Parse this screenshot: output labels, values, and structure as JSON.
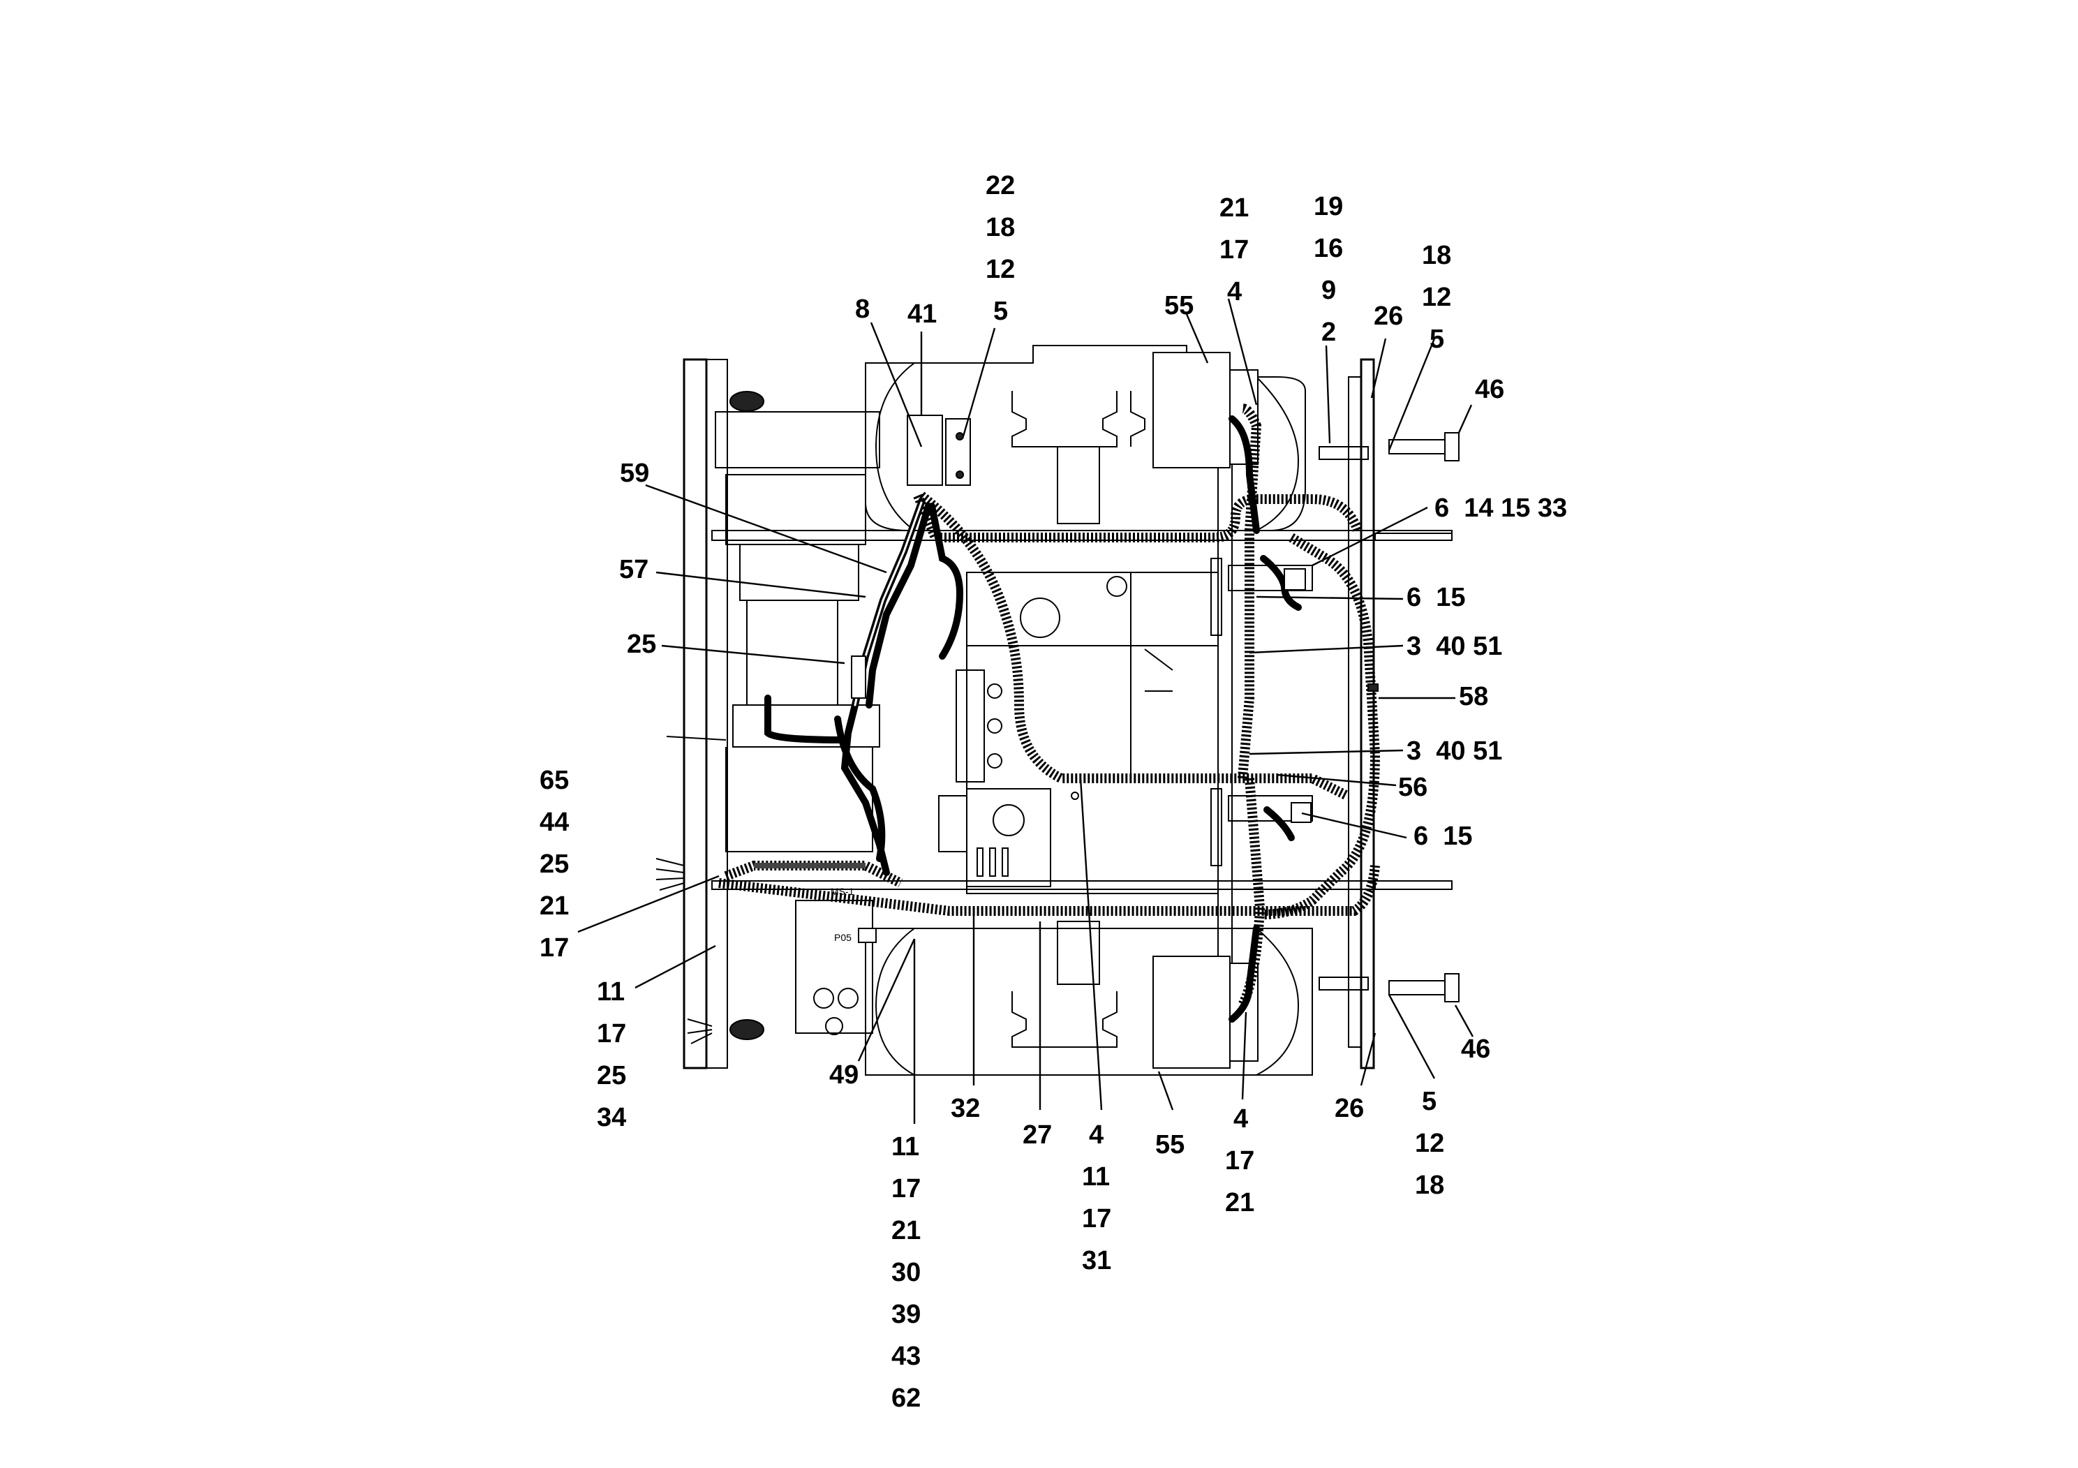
{
  "figure": {
    "background": "#ffffff",
    "line_color": "#000000"
  },
  "callouts": [
    {
      "id": "c1",
      "lines": [
        "22",
        "18",
        "12",
        "5"
      ]
    },
    {
      "id": "c2",
      "lines": [
        "8"
      ]
    },
    {
      "id": "c3",
      "lines": [
        "41"
      ]
    },
    {
      "id": "c4",
      "lines": [
        "21",
        "17",
        "4"
      ]
    },
    {
      "id": "c5",
      "lines": [
        "55"
      ]
    },
    {
      "id": "c6",
      "lines": [
        "19",
        "16",
        "9",
        "2"
      ]
    },
    {
      "id": "c7",
      "lines": [
        "26"
      ]
    },
    {
      "id": "c8",
      "lines": [
        "18",
        "12",
        "5"
      ]
    },
    {
      "id": "c9",
      "lines": [
        "46"
      ]
    },
    {
      "id": "c10",
      "lines": [
        "59"
      ]
    },
    {
      "id": "c11",
      "lines": [
        "6  14 15 33"
      ]
    },
    {
      "id": "c12",
      "lines": [
        "57"
      ]
    },
    {
      "id": "c13",
      "lines": [
        "6  15"
      ]
    },
    {
      "id": "c14",
      "lines": [
        "25"
      ]
    },
    {
      "id": "c15",
      "lines": [
        "3  40 51"
      ]
    },
    {
      "id": "c16",
      "lines": [
        "58"
      ]
    },
    {
      "id": "c17",
      "lines": [
        "3  40 51"
      ]
    },
    {
      "id": "c18",
      "lines": [
        "56"
      ]
    },
    {
      "id": "c19",
      "lines": [
        "65",
        "44",
        "25",
        "21",
        "17"
      ]
    },
    {
      "id": "c20",
      "lines": [
        "6  15"
      ]
    },
    {
      "id": "c21",
      "lines": [
        "11",
        "17",
        "25",
        "34"
      ]
    },
    {
      "id": "c22",
      "lines": [
        "46"
      ]
    },
    {
      "id": "c23",
      "lines": [
        "49"
      ]
    },
    {
      "id": "c24",
      "lines": [
        "32"
      ]
    },
    {
      "id": "c25",
      "lines": [
        "27"
      ]
    },
    {
      "id": "c26",
      "lines": [
        "4",
        "11",
        "17",
        "31"
      ]
    },
    {
      "id": "c27",
      "lines": [
        "55"
      ]
    },
    {
      "id": "c28",
      "lines": [
        "4",
        "17",
        "21"
      ]
    },
    {
      "id": "c29",
      "lines": [
        "26"
      ]
    },
    {
      "id": "c30",
      "lines": [
        "5",
        "12",
        "18"
      ]
    },
    {
      "id": "c31",
      "lines": [
        "11",
        "17",
        "21",
        "30",
        "39",
        "43",
        "62"
      ]
    }
  ],
  "labels": {
    "tag_ms1": "MS-1",
    "tag_p05": "P05"
  }
}
